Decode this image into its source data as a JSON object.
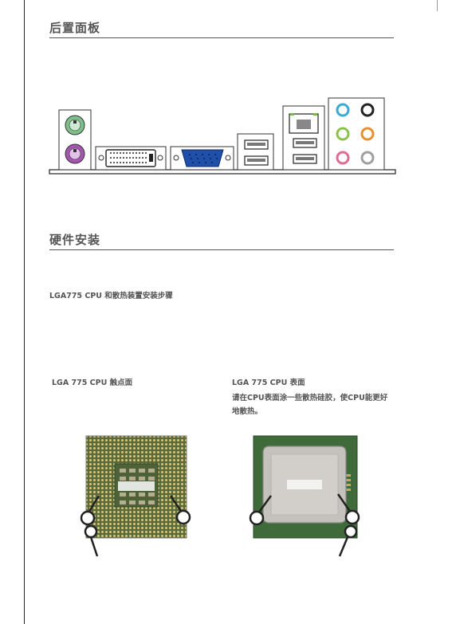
{
  "sections": {
    "back_panel_title": "后置面板",
    "hardware_install_title": "硬件安装"
  },
  "cpu_install": {
    "subtitle": "LGA775 CPU 和散热装置安装步骤",
    "contact_side_caption": "LGA 775 CPU 触点面",
    "surface_caption": "LGA 775 CPU 表面",
    "surface_note": "请在CPU表面涂一些散热硅胶，使CPU能更好地散热。"
  },
  "colors": {
    "text": "#555555",
    "vga_blue": "#1f4fa8",
    "ps2_mouse_green": "#7cc08a",
    "ps2_keyboard_purple": "#a456b0",
    "audio_blue": "#39a9d6",
    "audio_green": "#8bc34a",
    "audio_orange": "#e8902b",
    "audio_pink": "#e06a93",
    "audio_black": "#222222",
    "audio_gray": "#a0a0a0",
    "cpu_pad_gold": "#b7a25a",
    "cpu_pcb_green": "#3f6b3a",
    "ihs_silver": "#c5c2bd"
  },
  "icons": [
    "ps2-port-icon",
    "dvi-port-icon",
    "vga-port-icon",
    "usb-port-icon",
    "lan-port-icon",
    "audio-jack-icon",
    "cpu-contact-side-icon",
    "cpu-surface-icon"
  ]
}
